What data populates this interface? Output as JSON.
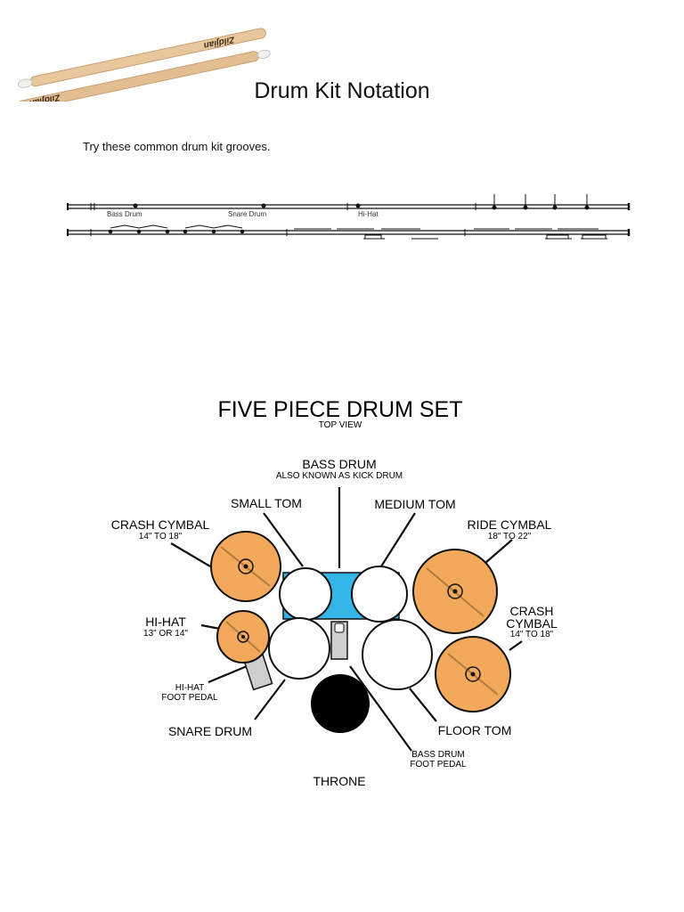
{
  "doc": {
    "title": "Drum Kit Notation",
    "intro": "Try these common drum kit grooves."
  },
  "notation": {
    "labels": [
      "Bass Drum",
      "Snare Drum",
      "Hi-Hat"
    ]
  },
  "diagram": {
    "title": "FIVE PIECE DRUM SET",
    "subtitle": "TOP VIEW",
    "bass_drum": "BASS DRUM",
    "bass_drum_note": "ALSO KNOWN AS KICK DRUM",
    "small_tom": "SMALL TOM",
    "medium_tom": "MEDIUM TOM",
    "crash_cymbal_left": "CRASH CYMBAL",
    "crash_cymbal_left_size": "14\" TO 18\"",
    "ride_cymbal": "RIDE CYMBAL",
    "ride_cymbal_size": "18\" TO 22\"",
    "crash_cymbal_right_1": "CRASH",
    "crash_cymbal_right_2": "CYMBAL",
    "crash_cymbal_right_size": "14\" TO 18\"",
    "hi_hat": "HI-HAT",
    "hi_hat_size": "13\" OR 14\"",
    "hi_hat_pedal_1": "HI-HAT",
    "hi_hat_pedal_2": "FOOT PEDAL",
    "snare_drum": "SNARE DRUM",
    "floor_tom": "FLOOR TOM",
    "bass_pedal_1": "BASS DRUM",
    "bass_pedal_2": "FOOT PEDAL",
    "throne": "THRONE"
  },
  "colors": {
    "cymbal": "#F2A95B",
    "bass_drum": "#35B6E8",
    "throne": "#000000",
    "pedal": "#CFCFCF",
    "stick": "#E9C79C"
  }
}
